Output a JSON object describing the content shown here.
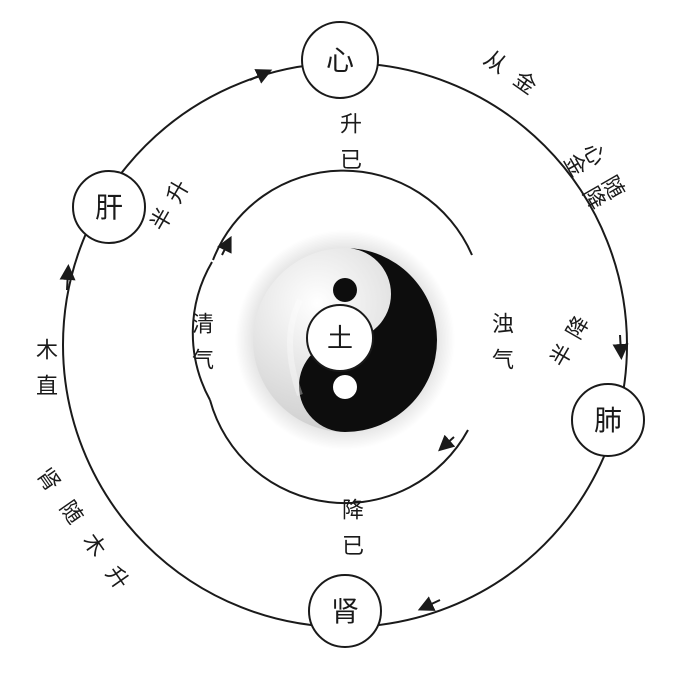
{
  "organs": {
    "heart": "心",
    "liver": "肝",
    "lung": "肺",
    "kidney": "肾",
    "earth": "土"
  },
  "labels": {
    "rise_done": "升已",
    "descend_done": "降已",
    "half_rise": "半升",
    "half_descend": "半降",
    "clear_qi": "清气",
    "turbid_qi": "浊气",
    "wood_straight": "木直",
    "kidney_follows_wood": "肾随木升",
    "heart_follows_metal": "心随金降",
    "follow_metal": "从金"
  },
  "colors": {
    "ink": "#1a1a1a",
    "background": "#ffffff"
  }
}
